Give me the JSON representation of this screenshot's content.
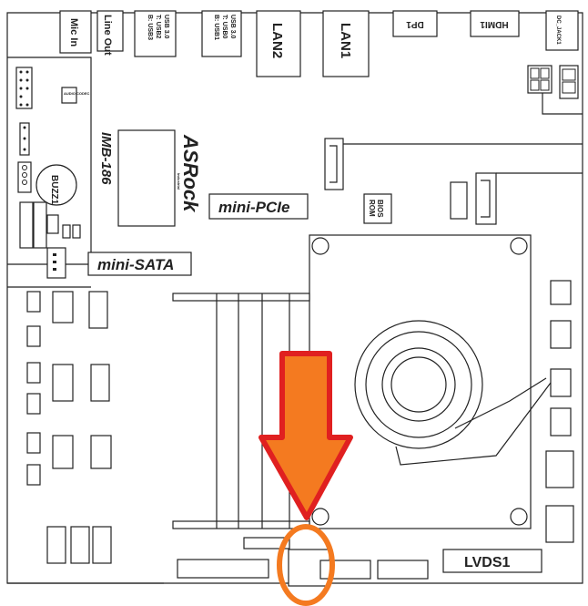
{
  "board": {
    "model": "IMB-186",
    "brand": "ASRock",
    "brand_sub": "Industrial"
  },
  "ports": {
    "mic_in": "Mic In",
    "line_out": "Line Out",
    "usb_a": [
      "USB 3.0",
      "T: USB2",
      "B: USB3"
    ],
    "usb_b": [
      "USB 3.0",
      "T: USB0",
      "B: USB1"
    ],
    "lan2": "LAN2",
    "lan1": "LAN1",
    "dp1": "DP1",
    "hdmi1": "HDMI1",
    "dc_jack": "DC_JACK1"
  },
  "components": {
    "audio_codec": "AUDIO CODEC",
    "buzzer": "BUZZ1",
    "mini_pcie": "mini-PCIe",
    "mini_sata": "mini-SATA",
    "bios_rom": [
      "BIOS",
      "ROM"
    ],
    "lvds": "LVDS1"
  },
  "highlight": {
    "arrow_color": "#f47a20",
    "arrow_border": "#e02020",
    "circle_color": "#f47a20"
  }
}
